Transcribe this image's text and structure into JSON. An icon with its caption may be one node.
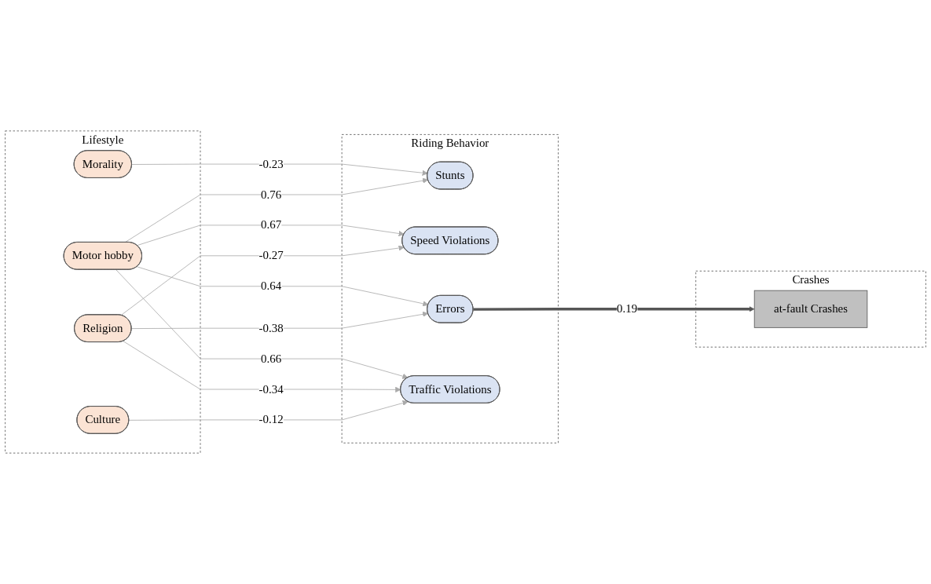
{
  "diagram": {
    "nodes": [
      {
        "text": [
          "Lifestyle"
        ]
      },
      {
        "text": [
          "Culture"
        ],
        "in": 0
      },
      {
        "text": [
          "Religion"
        ],
        "in": 0
      },
      {
        "text": [
          "Motor hobby"
        ],
        "in": 0
      },
      {
        "text": [
          "Morality"
        ],
        "in": 0
      },
      {
        "text": [
          "Riding Behavior"
        ]
      },
      {
        "text": [
          "Stunts"
        ],
        "in": 5
      },
      {
        "text": [
          "Speed Violations"
        ],
        "in": 5
      },
      {
        "text": [
          "Errors"
        ],
        "in": 5
      },
      {
        "text": [
          "Traffic Violations"
        ],
        "in": 5
      },
      {
        "text": [
          "Crashes"
        ]
      },
      {
        "text": [
          "at-fault Crashes"
        ],
        "in": 10
      }
    ],
    "edges": [
      {
        "from": 1,
        "to": 9,
        "arrow": "to",
        "label": "-0.12"
      },
      {
        "from": 2,
        "to": 7,
        "arrow": "to",
        "label": "-0.27"
      },
      {
        "from": 2,
        "to": 8,
        "arrow": "to",
        "label": "-0.38"
      },
      {
        "from": 2,
        "to": 9,
        "arrow": "to",
        "label": "-0.34"
      },
      {
        "from": 3,
        "to": 6,
        "arrow": "to",
        "label": "0.76"
      },
      {
        "from": 3,
        "to": 7,
        "arrow": "to",
        "label": "0.67"
      },
      {
        "from": 3,
        "to": 8,
        "arrow": "to",
        "label": "0.64"
      },
      {
        "from": 3,
        "to": 9,
        "arrow": "to",
        "label": "0.66"
      },
      {
        "from": 4,
        "to": 6,
        "arrow": "to",
        "label": "-0.23"
      },
      {
        "from": 8,
        "to": 11,
        "arrow": "to",
        "label": "0.19",
        "style": "thick",
        "color": "#555555"
      }
    ]
  }
}
